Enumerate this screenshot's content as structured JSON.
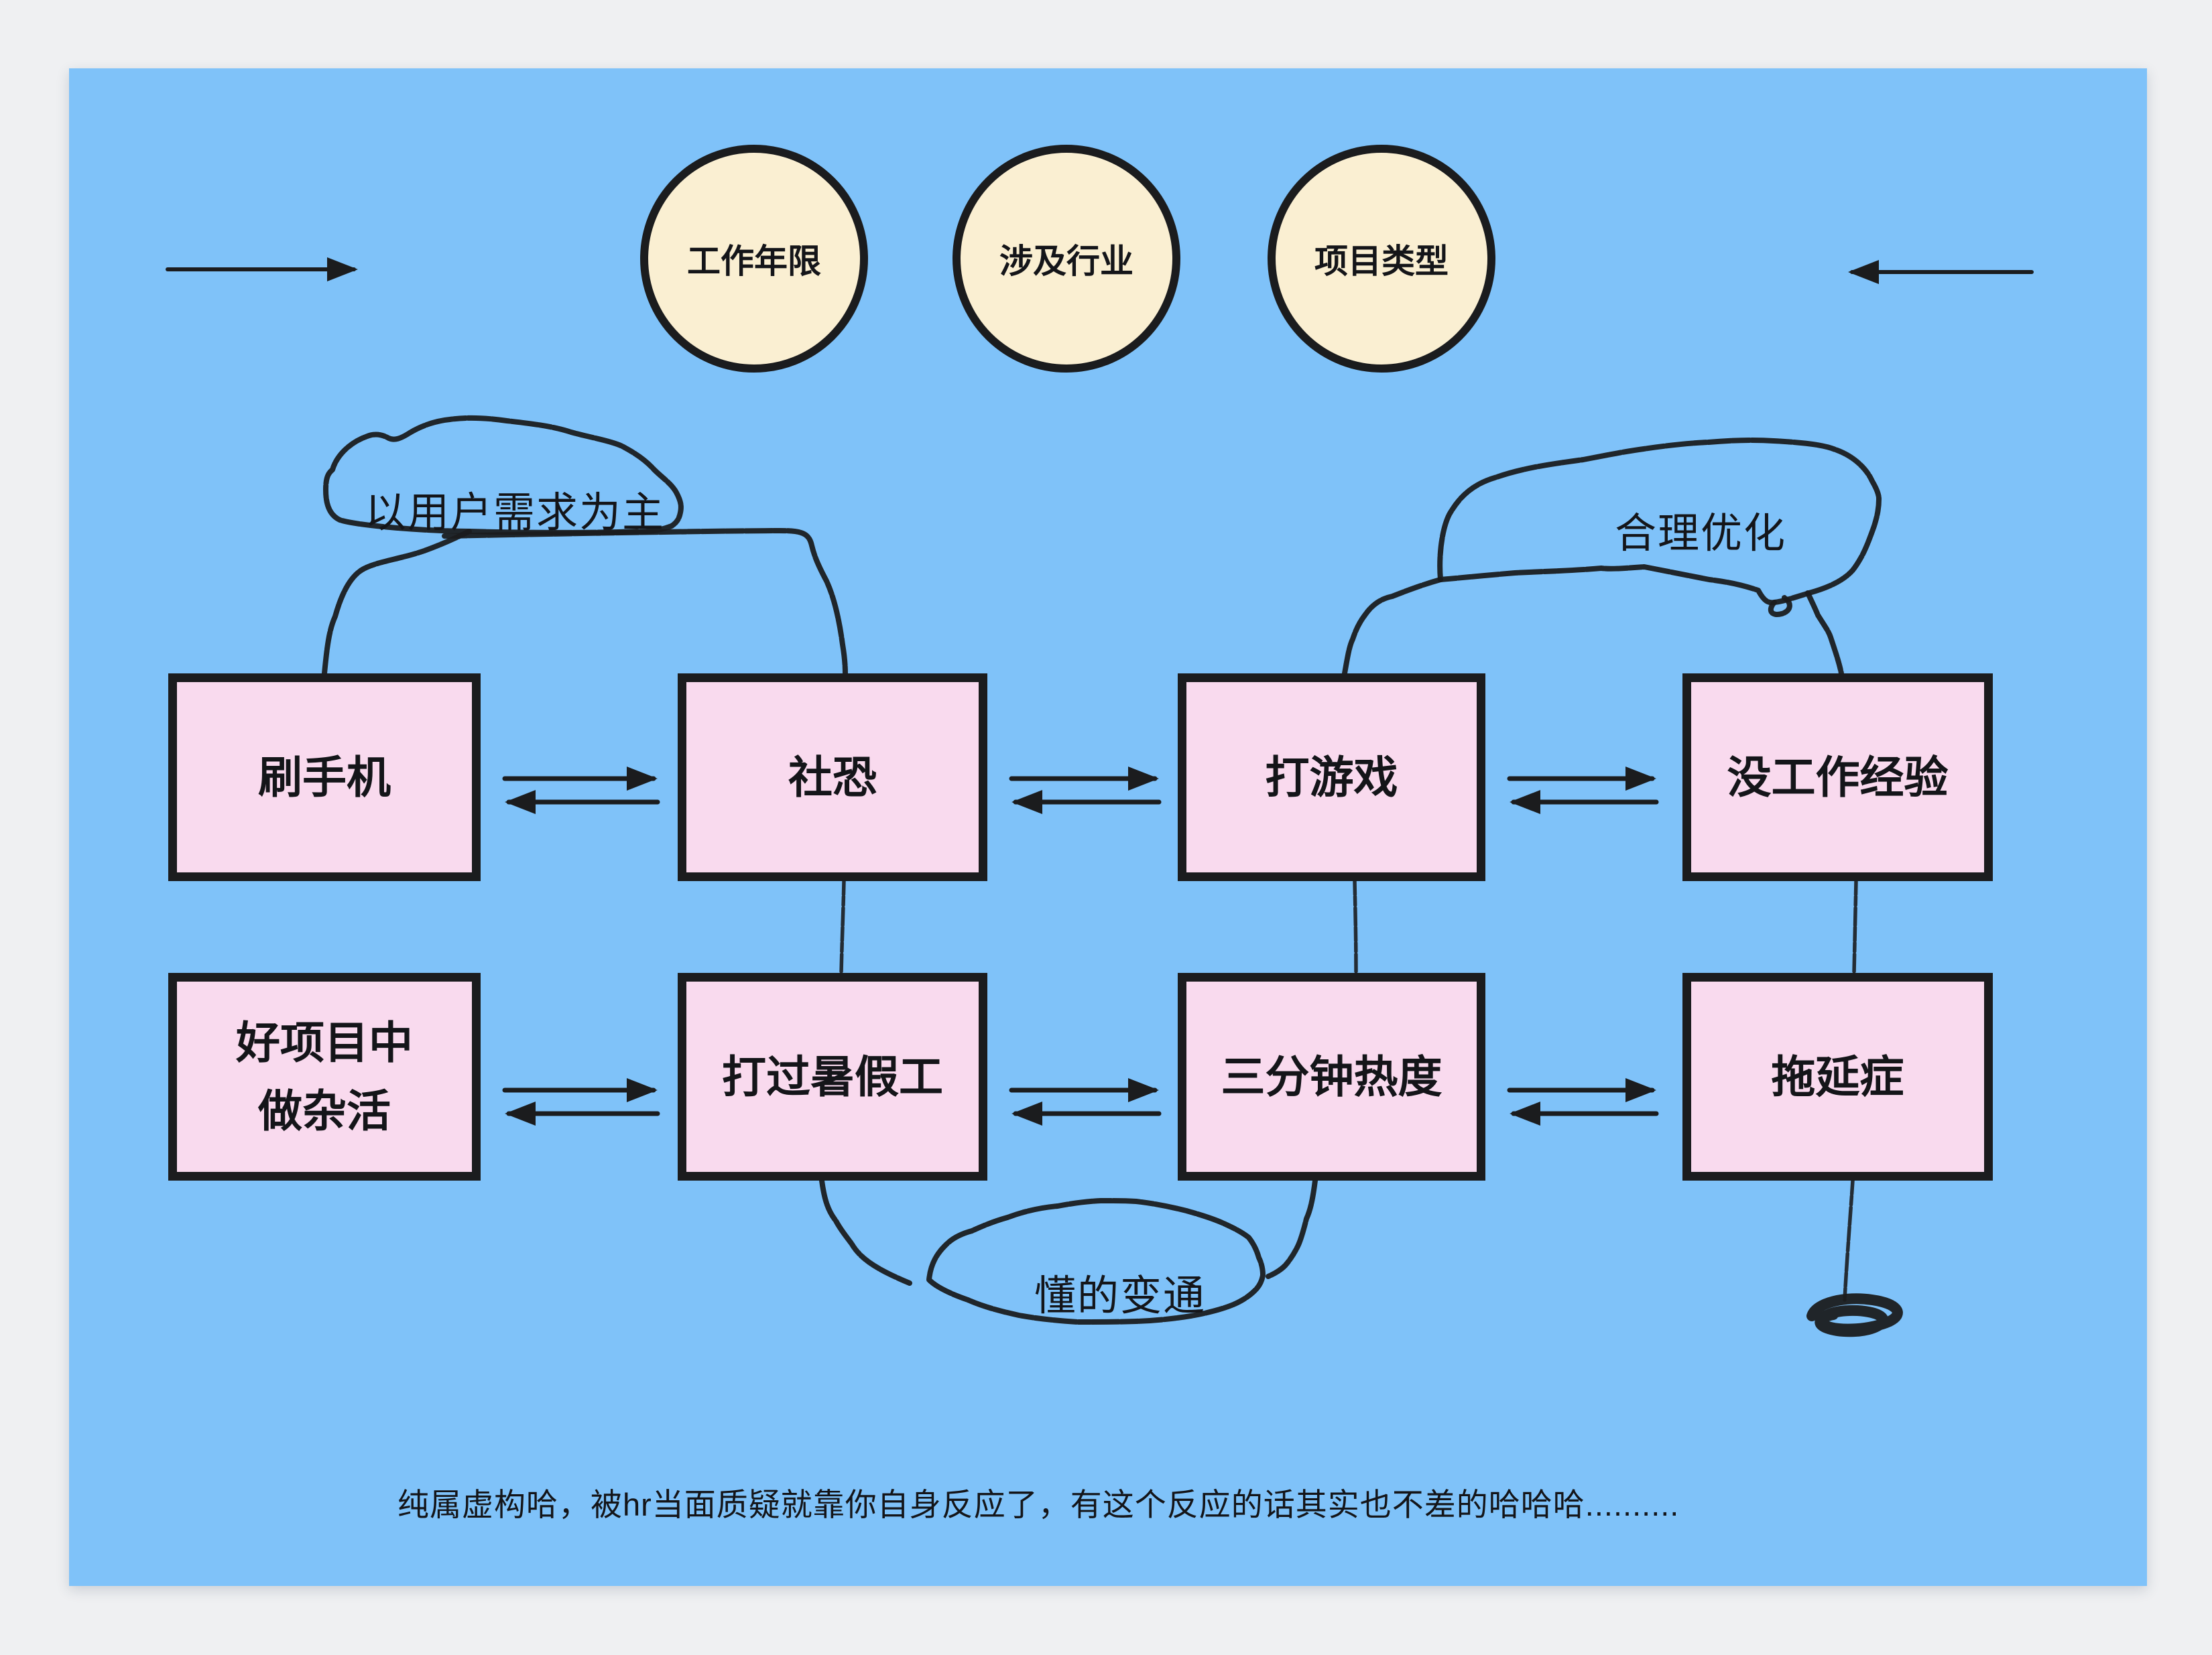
{
  "colors": {
    "page-bg": "#eff0f2",
    "canvas-bg": "#7fc2f9",
    "box-fill": "#f9daee",
    "circle-fill": "#faefd2",
    "stroke": "#1b1c1e",
    "text": "#141519"
  },
  "circles": [
    {
      "label": "工作年限"
    },
    {
      "label": "涉及行业"
    },
    {
      "label": "项目类型"
    }
  ],
  "row1": [
    {
      "label": "刷手机"
    },
    {
      "label": "社恐"
    },
    {
      "label": "打游戏"
    },
    {
      "label": "没工作经验"
    }
  ],
  "row2": [
    {
      "label": "好项目中\n做杂活"
    },
    {
      "label": "打过暑假工"
    },
    {
      "label": "三分钟热度"
    },
    {
      "label": "拖延症"
    }
  ],
  "annotations": {
    "left_loop": "以用户需求为主",
    "right_loop": "合理优化",
    "bottom_loop": "懂的变通"
  },
  "caption": "纯属虚构哈，被hr当面质疑就靠你自身反应了，有这个反应的话其实也不差的哈哈哈.........."
}
